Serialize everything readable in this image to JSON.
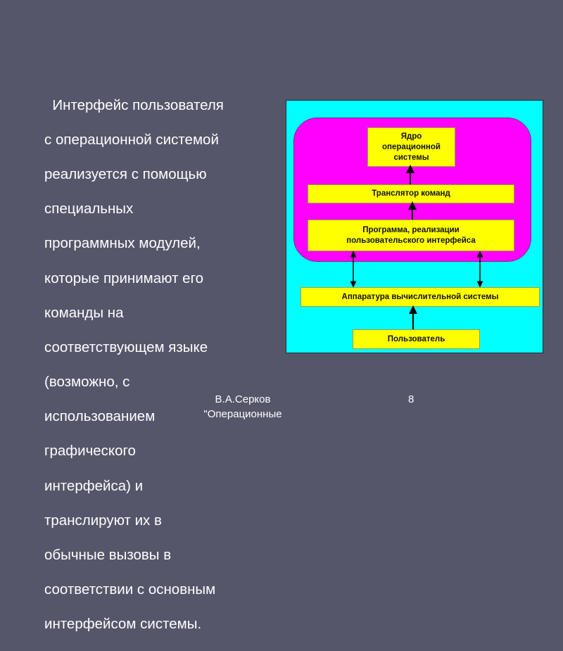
{
  "body_text": [
    "  Интерфейс пользователя",
    "с операционной системой",
    "реализуется с помощью",
    "специальных",
    "программных модулей,",
    "которые принимают его",
    "команды на",
    "соответствующем языке",
    "(возможно, с",
    "использованием",
    "графического",
    "интерфейса) и",
    "транслируют их в",
    "обычные вызовы в",
    "соответствии с основным",
    "интерфейсом системы."
  ],
  "diagram": {
    "kernel": [
      "Ядро",
      "операционной",
      "системы"
    ],
    "translator": "Транслятор команд",
    "program": [
      "Программа, реализации",
      "пользовательского интерфейса"
    ],
    "hardware": "Аппаратура вычислительной системы",
    "user": "Пользователь"
  },
  "footer": {
    "author": "В.А.Серков",
    "course": "\"Операционные",
    "page": "8"
  }
}
